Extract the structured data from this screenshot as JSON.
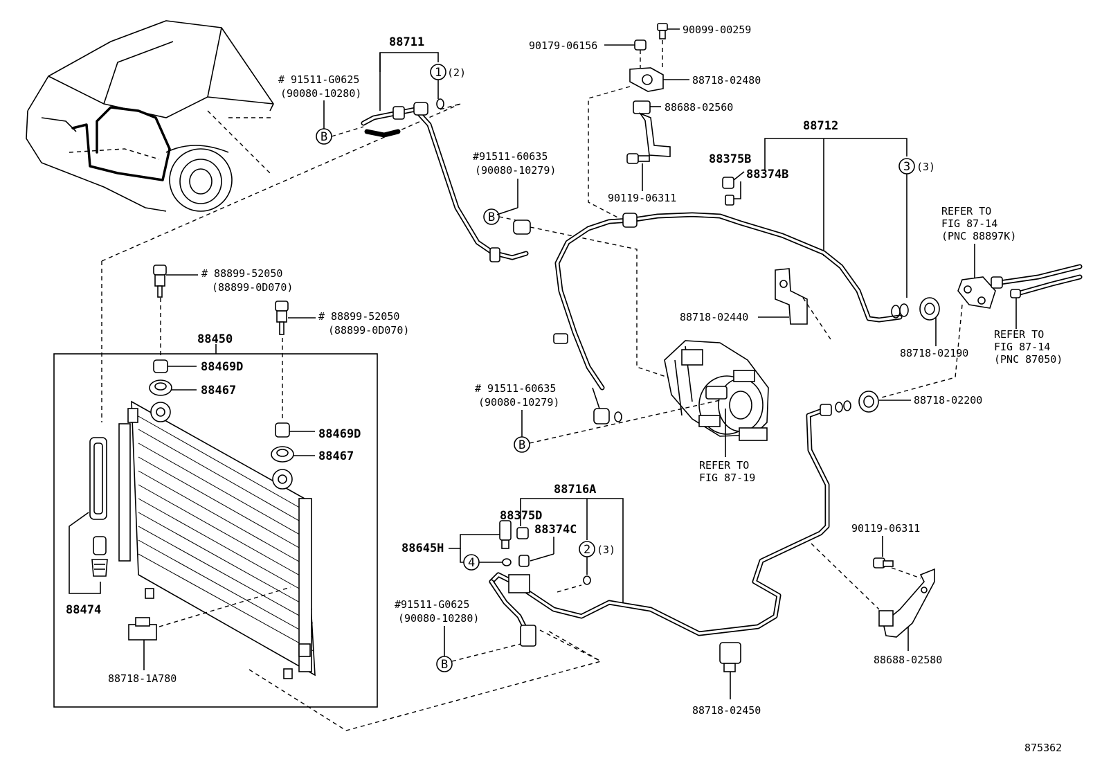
{
  "labels": {
    "p88711": "88711",
    "c1_mark": "1",
    "c1_qty": "(2)",
    "p91511g0625_top": "# 91511-G0625",
    "p90080_10280_top": "(90080-10280)",
    "b_mark": "B",
    "p91511_60635_a": "#91511-60635",
    "p90080_10279_a": "(90080-10279)",
    "p90179": "90179-06156",
    "p90099": "90099-00259",
    "p88718_02480": "88718-02480",
    "p88688_02560": "88688-02560",
    "p90119_top": "90119-06311",
    "p88712": "88712",
    "p88375b": "88375B",
    "p88374b": "88374B",
    "c3_mark": "3",
    "c3_qty": "(3)",
    "refer_87_14_a_1": "REFER TO",
    "refer_87_14_a_2": "FIG 87-14",
    "refer_87_14_a_3": "(PNC 88897K)",
    "p88718_02440": "88718-02440",
    "p88718_02190": "88718-02190",
    "refer_87_14_b_1": "REFER TO",
    "refer_87_14_b_2": "FIG 87-14",
    "refer_87_14_b_3": "(PNC 87050)",
    "p88899_a": "# 88899-52050",
    "p88899_0d070_a": "(88899-0D070)",
    "p88899_b": "# 88899-52050",
    "p88899_0d070_b": "(88899-0D070)",
    "p88450": "88450",
    "p88469d_a": "88469D",
    "p88467_a": "88467",
    "p88469d_b": "88469D",
    "p88467_b": "88467",
    "p88474": "88474",
    "p88718_1a780": "88718-1A780",
    "p91511_60635_b": "# 91511-60635",
    "p90080_10279_b": "(90080-10279)",
    "refer_87_19_1": "REFER TO",
    "refer_87_19_2": "FIG 87-19",
    "p88718_02200": "88718-02200",
    "p88716a": "88716A",
    "p88375d": "88375D",
    "p88374c": "88374C",
    "p88645h": "88645H",
    "c4_mark": "4",
    "c2_mark": "2",
    "c2_qty": "(3)",
    "p91511g0625_bot": "#91511-G0625",
    "p90080_10280_bot": "(90080-10280)",
    "p90119_bot": "90119-06311",
    "p88688_02580": "88688-02580",
    "p88718_02450": "88718-02450",
    "fig_number": "875362"
  }
}
